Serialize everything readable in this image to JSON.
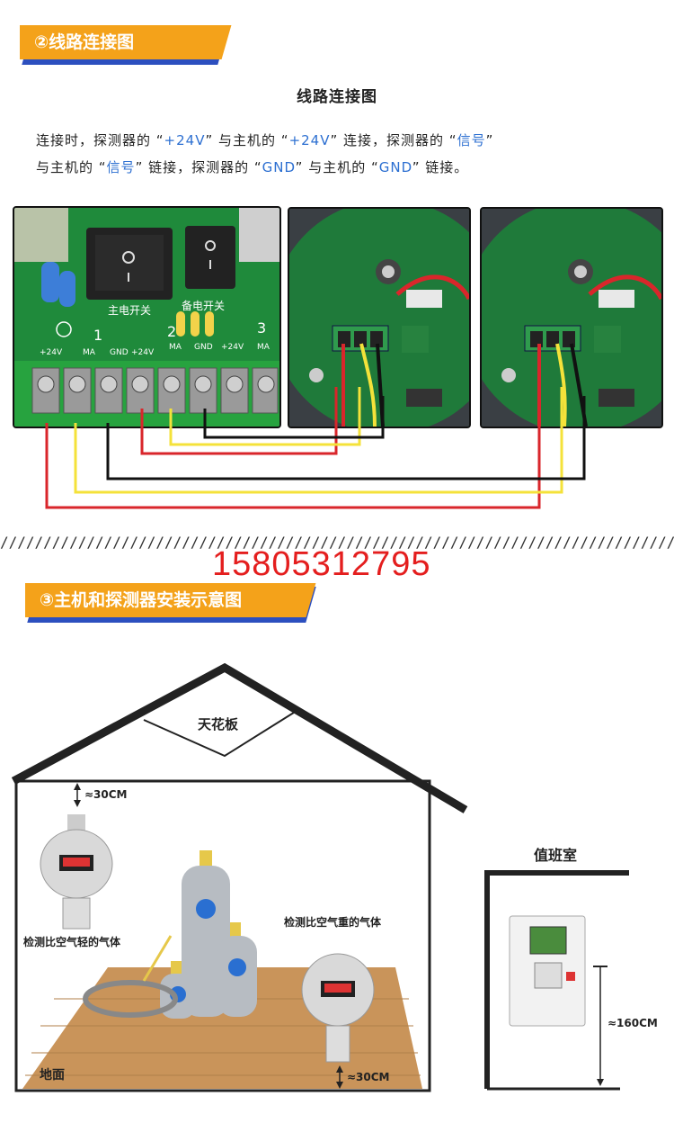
{
  "section2": {
    "banner": "②线路连接图",
    "title": "线路连接图",
    "para_line1": [
      "连接时，探测器的 “",
      "+24V",
      "” 与主机的 “",
      "+24V",
      "” 连接，探测器的 “",
      "信号",
      "”"
    ],
    "para_line2": [
      "与主机的 “",
      "信号",
      "” 链接，探测器的 “",
      "GND",
      "” 与主机的 “",
      "GND",
      "” 链接。"
    ],
    "board": {
      "switch_main": "主电开关",
      "switch_backup": "备电开关",
      "num1": "1",
      "num2": "2",
      "num3": "3",
      "terminals": [
        "+24V",
        "MA",
        "GND",
        "+24V",
        "MA",
        "GND",
        "+24V",
        "MA"
      ]
    }
  },
  "phone": "15805312795",
  "section3": {
    "banner": "③主机和探测器安装示意图",
    "ceiling": "天花板",
    "top_gap": "≈30CM",
    "light_gas": "检测比空气轻的气体",
    "heavy_gas": "检测比空气重的气体",
    "floor": "地面",
    "bottom_gap": "≈30CM",
    "duty_room": "值班室",
    "height": "≈160CM"
  },
  "colors": {
    "banner_orange": "#f4a21a",
    "banner_blue": "#2c4fbf",
    "wire_red": "#d9262b",
    "wire_yellow": "#f4e23a",
    "wire_black": "#111111",
    "phone_red": "#e41e1e",
    "pcb_green": "#1f8a3b"
  }
}
